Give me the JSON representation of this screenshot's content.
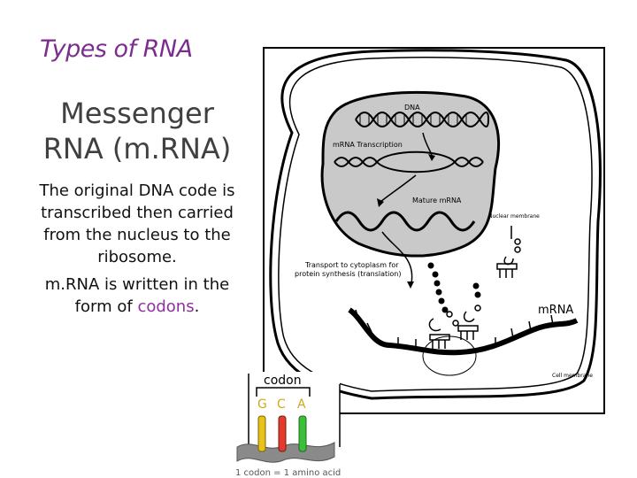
{
  "slide": {
    "title": "Types of RNA",
    "heading_line1": "Messenger",
    "heading_line2": "RNA (m.RNA)",
    "para1": "The original DNA code is transcribed then carried from the nucleus to the ribosome.",
    "para2_prefix": "m.RNA is written in the form of ",
    "para2_highlight": "codons",
    "para2_suffix": "."
  },
  "diagram": {
    "labels": {
      "dna": "DNA",
      "transcription": "mRNA Transcription",
      "mature": "Mature mRNA",
      "nuclear_membrane": "Nuclear membrane",
      "transport_line1": "Transport to cytoplasm for",
      "transport_line2": "protein synthesis (translation)",
      "mrna": "mRNA",
      "cell_membrane": "Cell membrane"
    }
  },
  "codon": {
    "label": "codon",
    "bases": [
      "G",
      "C",
      "A"
    ],
    "caption": "1 codon = 1 amino acid",
    "colors": {
      "G": "#e8c21a",
      "C": "#e23b2e",
      "A": "#3bbf3b",
      "label": "#cfa91c"
    }
  }
}
